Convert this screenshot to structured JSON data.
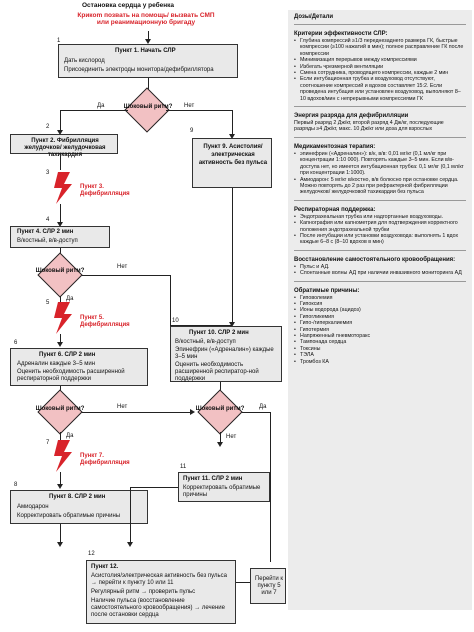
{
  "title": "Остановка сердца у ребенка",
  "shout": "Крикom позвать на помощь/ вызвать СМП или реанимационную бригаду",
  "steps": {
    "s1": {
      "num": "1",
      "title": "Пункт 1. Начать СЛР",
      "items": [
        "Дать кислород",
        "Присоединить электроды монитора/дефибриллятора"
      ]
    },
    "s2": {
      "num": "2",
      "title": "Пункт 2. Фибрилляция желудочков/ желудочковая тахикардия"
    },
    "s3": {
      "num": "3",
      "title": "Пункт 3. Дефибрилляция"
    },
    "s4": {
      "num": "4",
      "title": "Пункт 4. СЛР 2 мин",
      "items": [
        "В/костный, в/в-доступ"
      ]
    },
    "s5": {
      "num": "5",
      "title": "Пункт 5. Дефибрилляция"
    },
    "s6": {
      "num": "6",
      "title": "Пункт 6. СЛР 2 мин",
      "items": [
        "Адреналин каждые 3–5 мин",
        "Оценить необходимость расширенной респираторной поддержки"
      ]
    },
    "s7": {
      "num": "7",
      "title": "Пункт 7. Дефибрилляция"
    },
    "s8": {
      "num": "8",
      "title": "Пункт 8. СЛР 2 мин",
      "items": [
        "Амиодарон",
        "Корректировать обратимые причины"
      ]
    },
    "s9": {
      "num": "9",
      "title": "Пункт 9. Асистолия/ электрическая активность без пульса"
    },
    "s10": {
      "num": "10",
      "title": "Пункт 10. СЛР 2 мин",
      "items": [
        "В/костный, в/в-доступ",
        "Эпинефрин («Адреналин») каждые 3–5 мин",
        "Оценить необходимость расширенной респиратор-ной поддержки"
      ]
    },
    "s11": {
      "num": "11",
      "title": "Пункт 11. СЛР 2 мин",
      "items": [
        "Корректировать обратимые причины"
      ]
    },
    "s12": {
      "num": "12",
      "title": "Пункт 12.",
      "items": [
        "Асистолия/электрическая активность без пульса → перейти к пункту 10 или 11",
        "Регулярный ритм → проверить пульс",
        "Наличие пульса (восстановление самостоятельного кровообращения) → лечение после остановки сердца"
      ]
    },
    "goto": "Перейти к пункту 5 или 7"
  },
  "decisions": {
    "q": "Шоковый ритм?",
    "yes": "Да",
    "no": "Нет"
  },
  "sidebar": {
    "header": "Дозы/Детали",
    "sections": [
      {
        "title": "Критерии эффективности СЛР:",
        "bullets": [
          "Глубина компрессий ≥1/3 переднезаднего размера ГК, быстрые компрессии (≥100 нажатий в мин); полное расправление ГК после компрессии",
          "Минимизация перерывов между компрессиями",
          "Избегать чрезмерной вентиляции",
          "Смена сотрудника, проводящего компрессии, каждые 2 мин",
          "Если интубационная трубка и воздуховод отсутствуют, соотношение компрессий и вдохов составляет 15:2. Если проведена интубация или установлен воздуховод, выполняют 8–10 вдохов/мин с непрерывными компрессиями ГК"
        ]
      },
      {
        "title": "Энергия разряда для дефибрилляции",
        "text": "Первый разряд 2 Дж/кг, второй разряд 4 Дж/кг, последующие разряды ≥4 Дж/кг, макс. 10 Дж/кг или доза для взрослых"
      },
      {
        "title": "Медикаментозная терапия:",
        "bullets": [
          "эпинефрин («Адреналин»): в/к, в/в: 0,01 мг/кг (0,1 мл/кг при концентрации 1:10 000). Повторять каждые 3–5 мин. Если в/в-доступа нет, но имеется интубационная трубка: 0,1 мг/кг (0,1 мл/кг при концентрации 1:1000).",
          "Амиодарон: 5 мг/кг в/костно, в/в болюсно при остановке сердца. Можно повторять до 2 раз при рефрактерной фибрилляции желудочков/ желудочковой тахикардии без пульса"
        ]
      },
      {
        "title": "Респираторная поддержка:",
        "bullets": [
          "Эндотрахеальная трубка или надгортанные воздуховоды.",
          "Капнография или капнометрия для подтверждения корректного положения эндотрахеальной трубки",
          "После интубации или установки воздуховода: выполнять 1 вдох каждые 6–8 с (8–10 вдохов в мин)"
        ]
      },
      {
        "title": "Восстановление самостоятельного кровообращения:",
        "bullets": [
          "Пульс и АД.",
          "Спонтанные волны АД при наличии инвазивного мониторинга АД"
        ]
      },
      {
        "title": "Обратимые причины:",
        "bullets": [
          "Гиповолемия",
          "Гипоксия",
          "Ионы водорода (ацидоз)",
          "Гипогликемия",
          "Гипо-/гиперкалиемия",
          "Гипотермия",
          "Напряженный пневмоторакс",
          "Тампонада сердца",
          "Токсины",
          "ТЭЛА",
          "Тромбоз КА"
        ]
      }
    ]
  },
  "colors": {
    "red": "#d8232a",
    "pink": "#f2c1c3",
    "gray": "#e9e9e9"
  }
}
